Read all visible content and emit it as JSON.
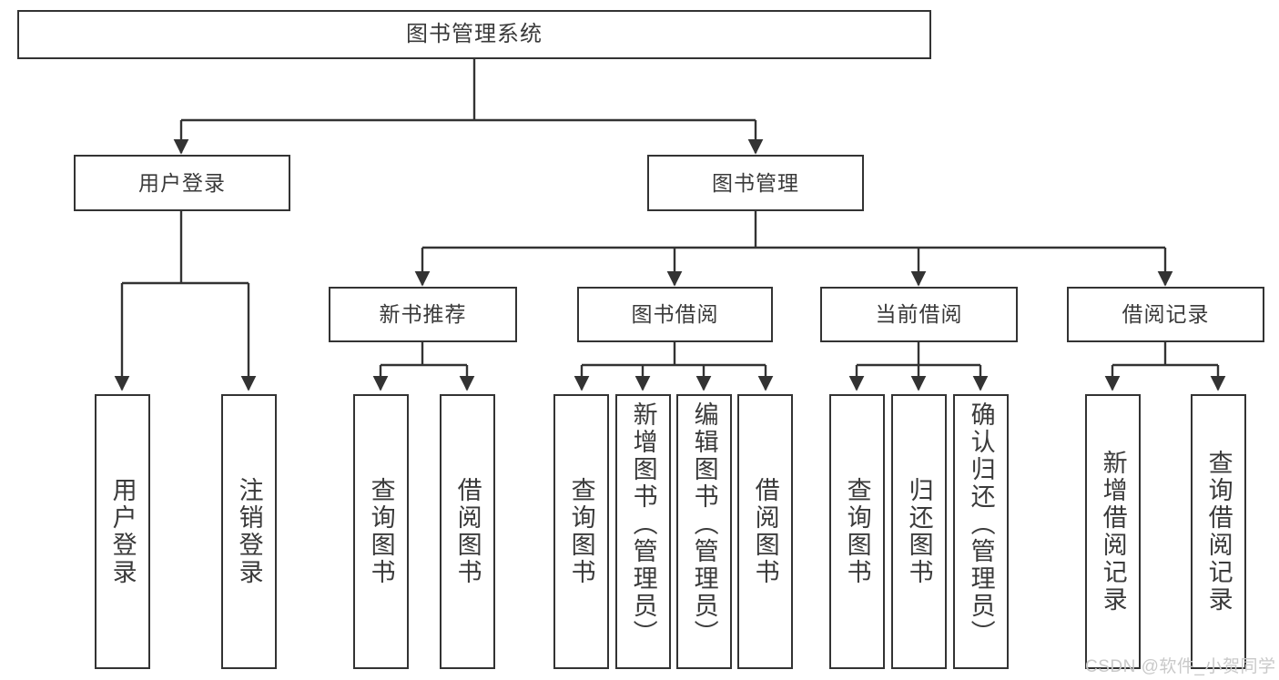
{
  "diagram": {
    "title": "图书管理系统",
    "type": "功能结构图",
    "stroke_color": "#333333",
    "text_color": "#3a3a3a",
    "background_color": "#ffffff",
    "watermark": "CSDN @软件_小贺同学",
    "watermark_color": "#c9c9c9"
  },
  "nodes": {
    "root": {
      "label": "图书管理系统",
      "orientation": "horizontal"
    },
    "level2": [
      {
        "id": "user-login",
        "label": "用户登录",
        "orientation": "horizontal"
      },
      {
        "id": "book-manage",
        "label": "图书管理",
        "orientation": "horizontal"
      }
    ],
    "level3": [
      {
        "id": "new-book-recommend",
        "label": "新书推荐",
        "orientation": "horizontal"
      },
      {
        "id": "book-borrow",
        "label": "图书借阅",
        "orientation": "horizontal"
      },
      {
        "id": "current-borrow",
        "label": "当前借阅",
        "orientation": "horizontal"
      },
      {
        "id": "borrow-record",
        "label": "借阅记录",
        "orientation": "horizontal"
      }
    ],
    "leaves": {
      "user-login": [
        {
          "id": "leaf-user-login",
          "label": "用户登录",
          "orientation": "vertical"
        },
        {
          "id": "leaf-user-logout",
          "label": "注销登录",
          "orientation": "vertical"
        }
      ],
      "new-book-recommend": [
        {
          "id": "leaf-query-book-1",
          "label": "查询图书",
          "orientation": "vertical"
        },
        {
          "id": "leaf-borrow-book-1",
          "label": "借阅图书",
          "orientation": "vertical"
        }
      ],
      "book-borrow": [
        {
          "id": "leaf-query-book-2",
          "label": "查询图书",
          "orientation": "vertical"
        },
        {
          "id": "leaf-add-book",
          "label": "新增图书（管理员）",
          "orientation": "vertical"
        },
        {
          "id": "leaf-edit-book",
          "label": "编辑图书（管理员）",
          "orientation": "vertical"
        },
        {
          "id": "leaf-borrow-book-2",
          "label": "借阅图书",
          "orientation": "vertical"
        }
      ],
      "current-borrow": [
        {
          "id": "leaf-query-book-3",
          "label": "查询图书",
          "orientation": "vertical"
        },
        {
          "id": "leaf-return-book",
          "label": "归还图书",
          "orientation": "vertical"
        },
        {
          "id": "leaf-confirm-return",
          "label": "确认归还（管理员）",
          "orientation": "vertical"
        }
      ],
      "borrow-record": [
        {
          "id": "leaf-add-record",
          "label": "新增借阅记录",
          "orientation": "vertical"
        },
        {
          "id": "leaf-query-record",
          "label": "查询借阅记录",
          "orientation": "vertical"
        }
      ]
    }
  }
}
